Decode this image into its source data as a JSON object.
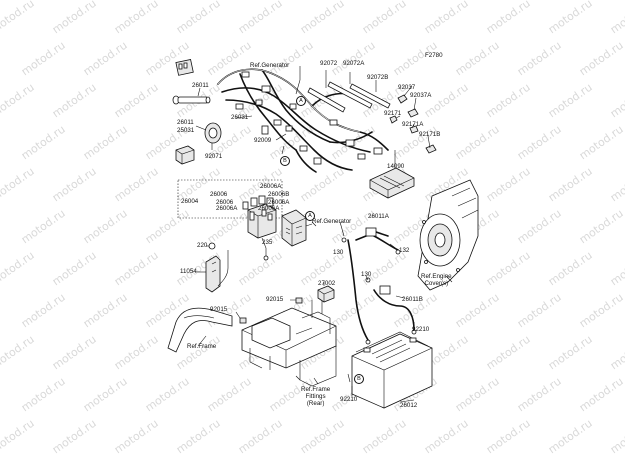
{
  "diagram_code": "F2780",
  "watermark": "motod.ru",
  "callouts": {
    "a": "A",
    "b": "B"
  },
  "refs": {
    "generator_top": "Ref.Generator",
    "generator_mid": "Ref.Generator",
    "engine_cover": "Ref.Engine\nCover(s)",
    "frame": "Ref.Frame",
    "frame_fittings": "Ref.Frame\nFittings\n(Rear)"
  },
  "part_numbers": {
    "p26011_top": "26011",
    "p26011_left": "26011",
    "p25031": "25031",
    "p92071": "92071",
    "p26031": "26031",
    "p92009": "92009",
    "p92072": "92072",
    "p92072A": "92072A",
    "p92072B": "92072B",
    "p92037": "92037",
    "p92037A": "92037A",
    "p92171": "92171",
    "p92171A": "92171A",
    "p92171B": "92171B",
    "p14090": "14090",
    "p26004": "26004",
    "p26006": "26006",
    "p26006A_top": "26006A",
    "p26006B": "26006B",
    "p26006_2": "26006",
    "p26006A_2": "26006A",
    "p26006A_3": "26006A",
    "p26006A_4": "26006A",
    "p235": "235",
    "p220": "220",
    "p11054": "11054",
    "p92015_left": "92015",
    "p92015_mid": "92015",
    "p27002": "27002",
    "p26011A": "26011A",
    "p130_a": "130",
    "p132": "132",
    "p130_b": "130",
    "p26011B": "26011B",
    "p92210_a": "92210",
    "p92210_b": "92210",
    "p26012": "26012"
  }
}
